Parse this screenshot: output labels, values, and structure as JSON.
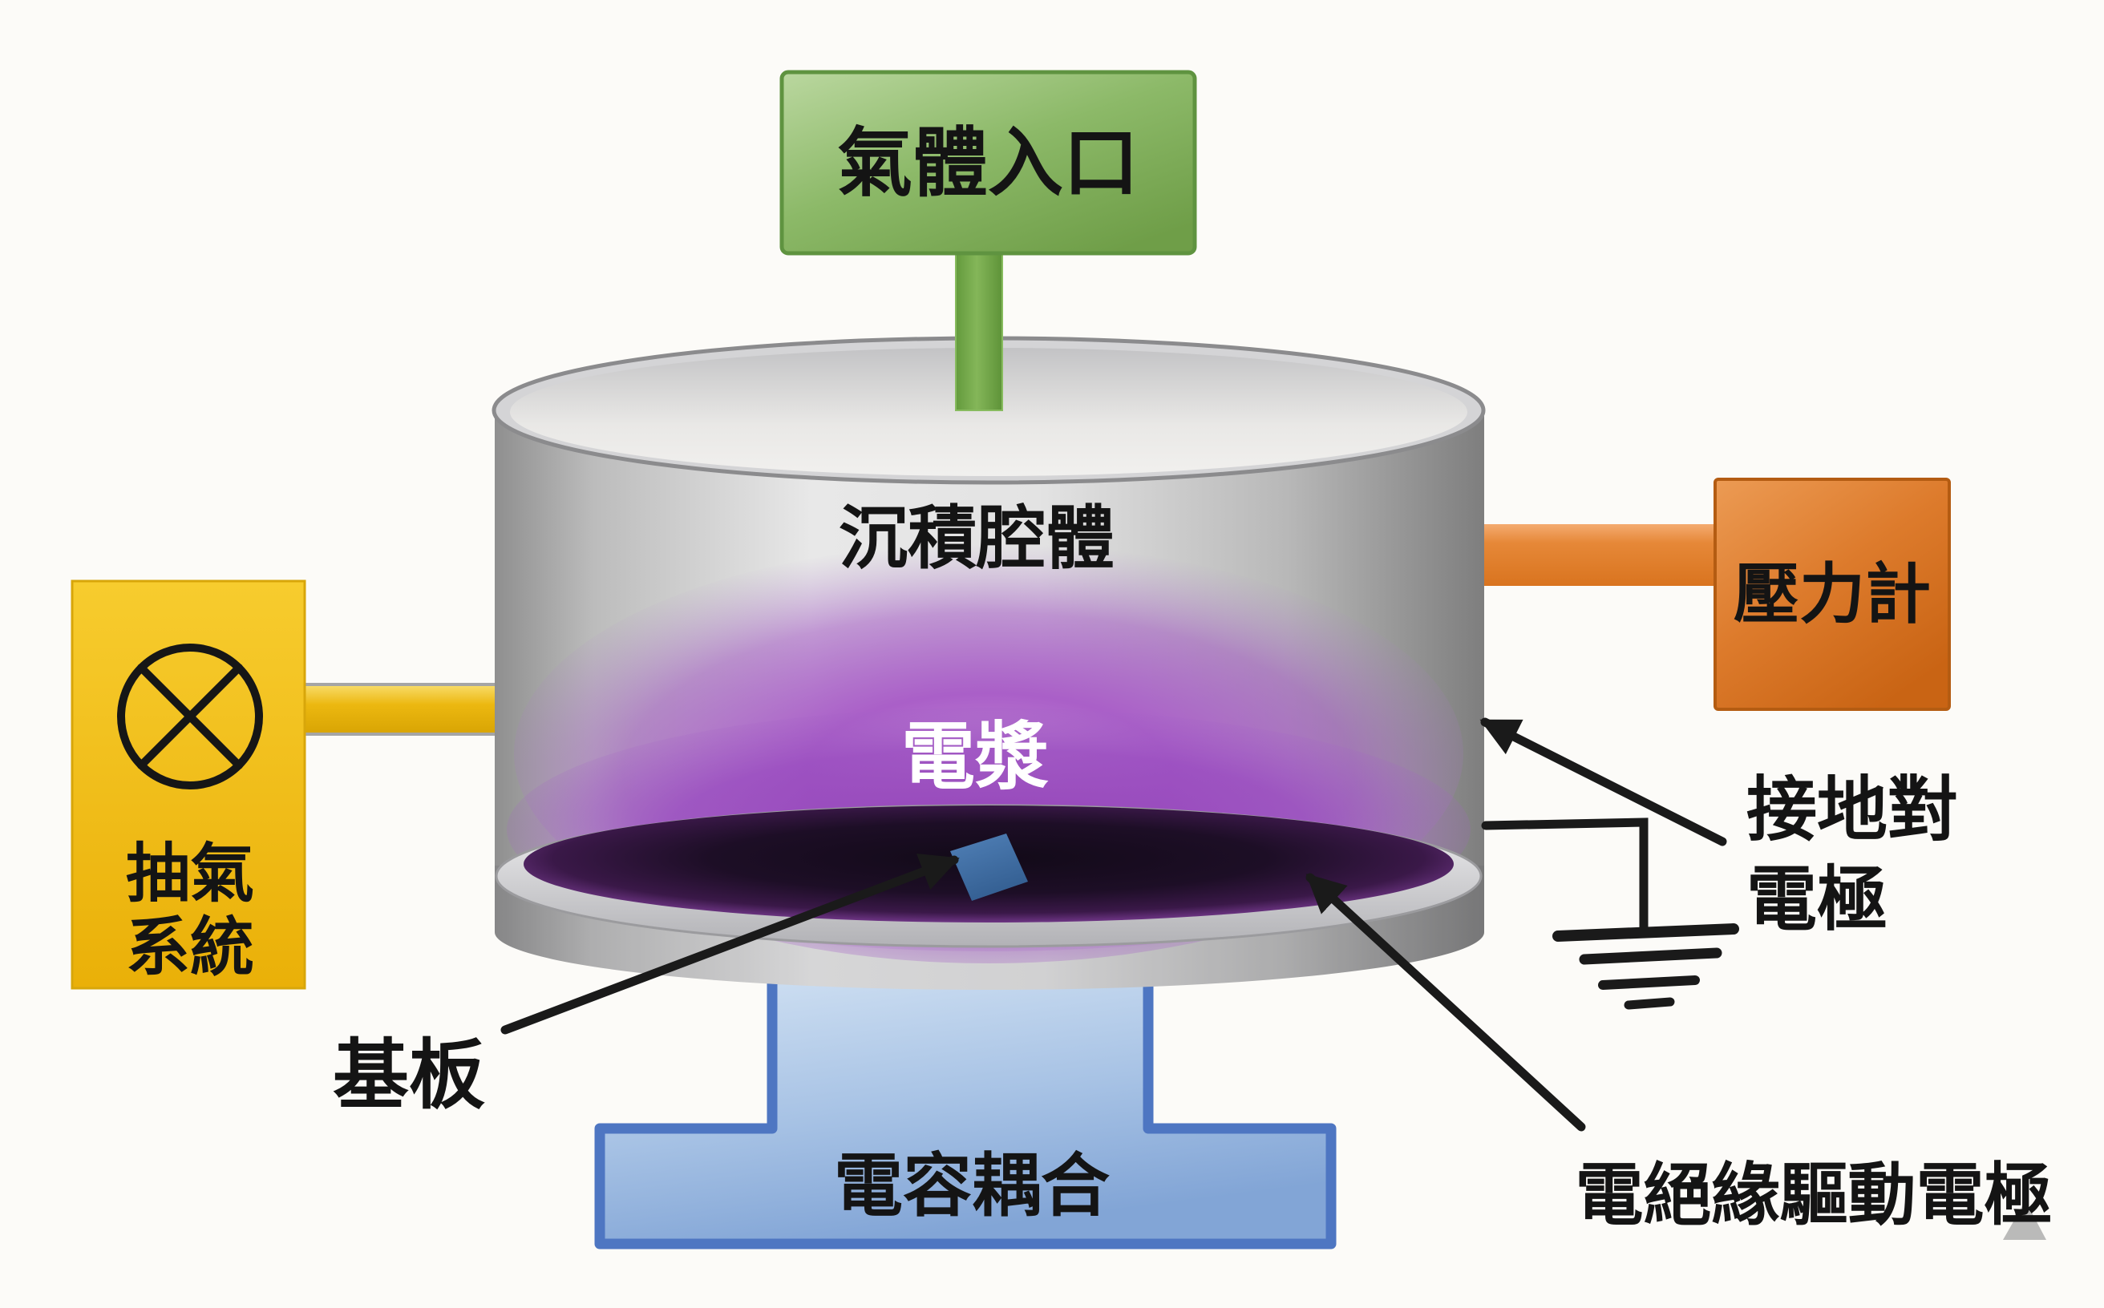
{
  "diagram": {
    "type": "PECVD plasma deposition chamber schematic",
    "labels": {
      "gas_inlet": "氣體入口",
      "chamber": "沉積腔體",
      "plasma": "電漿",
      "pump_line1": "抽氣",
      "pump_line2": "系統",
      "pressure_gauge": "壓力計",
      "ground_electrode_line1": "接地對",
      "ground_electrode_line2": "電極",
      "substrate": "基板",
      "capacitive_coupling": "電容耦合",
      "drive_electrode": "電絕緣驅動電極"
    },
    "icons": {
      "pump_symbol": "circle-with-x (vacuum pump)",
      "ground_symbol": "earth-ground"
    },
    "colors": {
      "background": "#fcfbf8",
      "gas_inlet_green": "#8cb968",
      "gas_inlet_border": "#5f9340",
      "gas_stem_green": "#74a848",
      "pump_yellow": "#f3c31a",
      "pump_pipe_yellow": "#ecb80e",
      "pressure_orange": "#dd7b2c",
      "pressure_border": "#b45c12",
      "coupling_blue_fill": "#a8c3e5",
      "coupling_blue_border": "#4e76c2",
      "substrate_blue": "#3f6ca6",
      "chamber_gray": "#d4d4d6",
      "plasma_purple": "#a558c6",
      "electrode_dark": "#160b1d",
      "line_black": "#1a1a1a",
      "text_black": "#141414"
    }
  }
}
